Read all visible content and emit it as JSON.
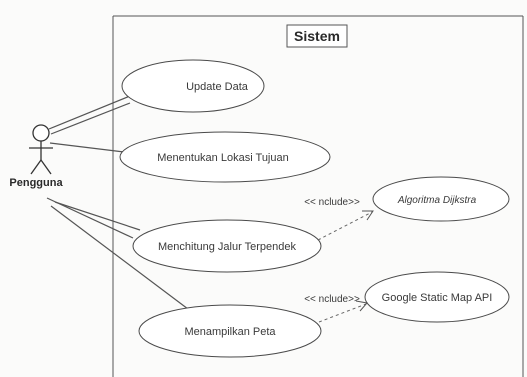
{
  "system": {
    "title": "Sistem"
  },
  "actor": {
    "name": "Pengguna"
  },
  "use_cases": [
    {
      "id": "update-data",
      "label": "Update Data"
    },
    {
      "id": "menentukan-lokasi",
      "label": "Menentukan Lokasi Tujuan"
    },
    {
      "id": "menghitung-jalur",
      "label": "Menchitung Jalur Terpendek"
    },
    {
      "id": "menampilkan-peta",
      "label": "Menampilkan Peta"
    }
  ],
  "external_use_cases": [
    {
      "id": "algoritma-dijkstra",
      "label": "Algoritma Dijkstra"
    },
    {
      "id": "google-static-map",
      "label": "Google Static Map API"
    }
  ],
  "relations": {
    "include_label_1": "<< nclude>>",
    "include_label_2": "<< nclude>>"
  }
}
